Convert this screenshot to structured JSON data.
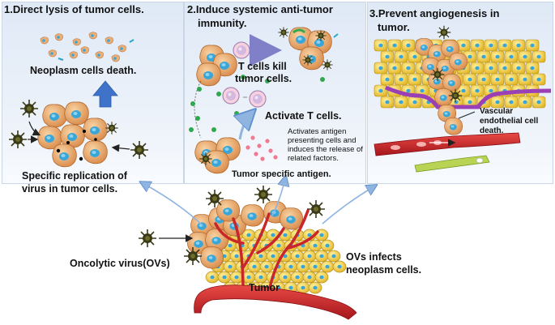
{
  "panels": {
    "p1": {
      "title": "1.Direct lysis of tumor cells.",
      "death": "Neoplasm cells death.",
      "replication_1": "Specific replication of",
      "replication_2": "virus in tumor cells."
    },
    "p2": {
      "title_1": "2.Induce systemic anti-tumor",
      "title_2": "immunity.",
      "tkill_1": "T cells kill",
      "tkill_2": "tumor cells.",
      "activate": "Activate T cells.",
      "apc_note": "Activates antigen presenting cells and induces the release of related factors.",
      "antigen": "Tumor specific antigen."
    },
    "p3": {
      "title_1": "3.Prevent angiogenesis in",
      "title_2": "tumor.",
      "vascular_1": "Vascular",
      "vascular_2": "endothelial cell",
      "vascular_3": "death."
    }
  },
  "bottom": {
    "ovs": "Oncolytic virus(OVs)",
    "tumor": "Tumor",
    "infects_1": "OVs infects",
    "infects_2": "neoplasm cells."
  },
  "colors": {
    "panel_bg": "#e3ecf7",
    "tumor_cell": "#e8a060",
    "nucleus": "#3fa7d6",
    "yellow_cell": "#f2cf3a",
    "vessel": "#c8262a",
    "virus": "#3b3b1c",
    "arrow_blue": "#4a7cc7",
    "green_dot": "#2fa84f",
    "pink_dot": "#f07a90"
  }
}
